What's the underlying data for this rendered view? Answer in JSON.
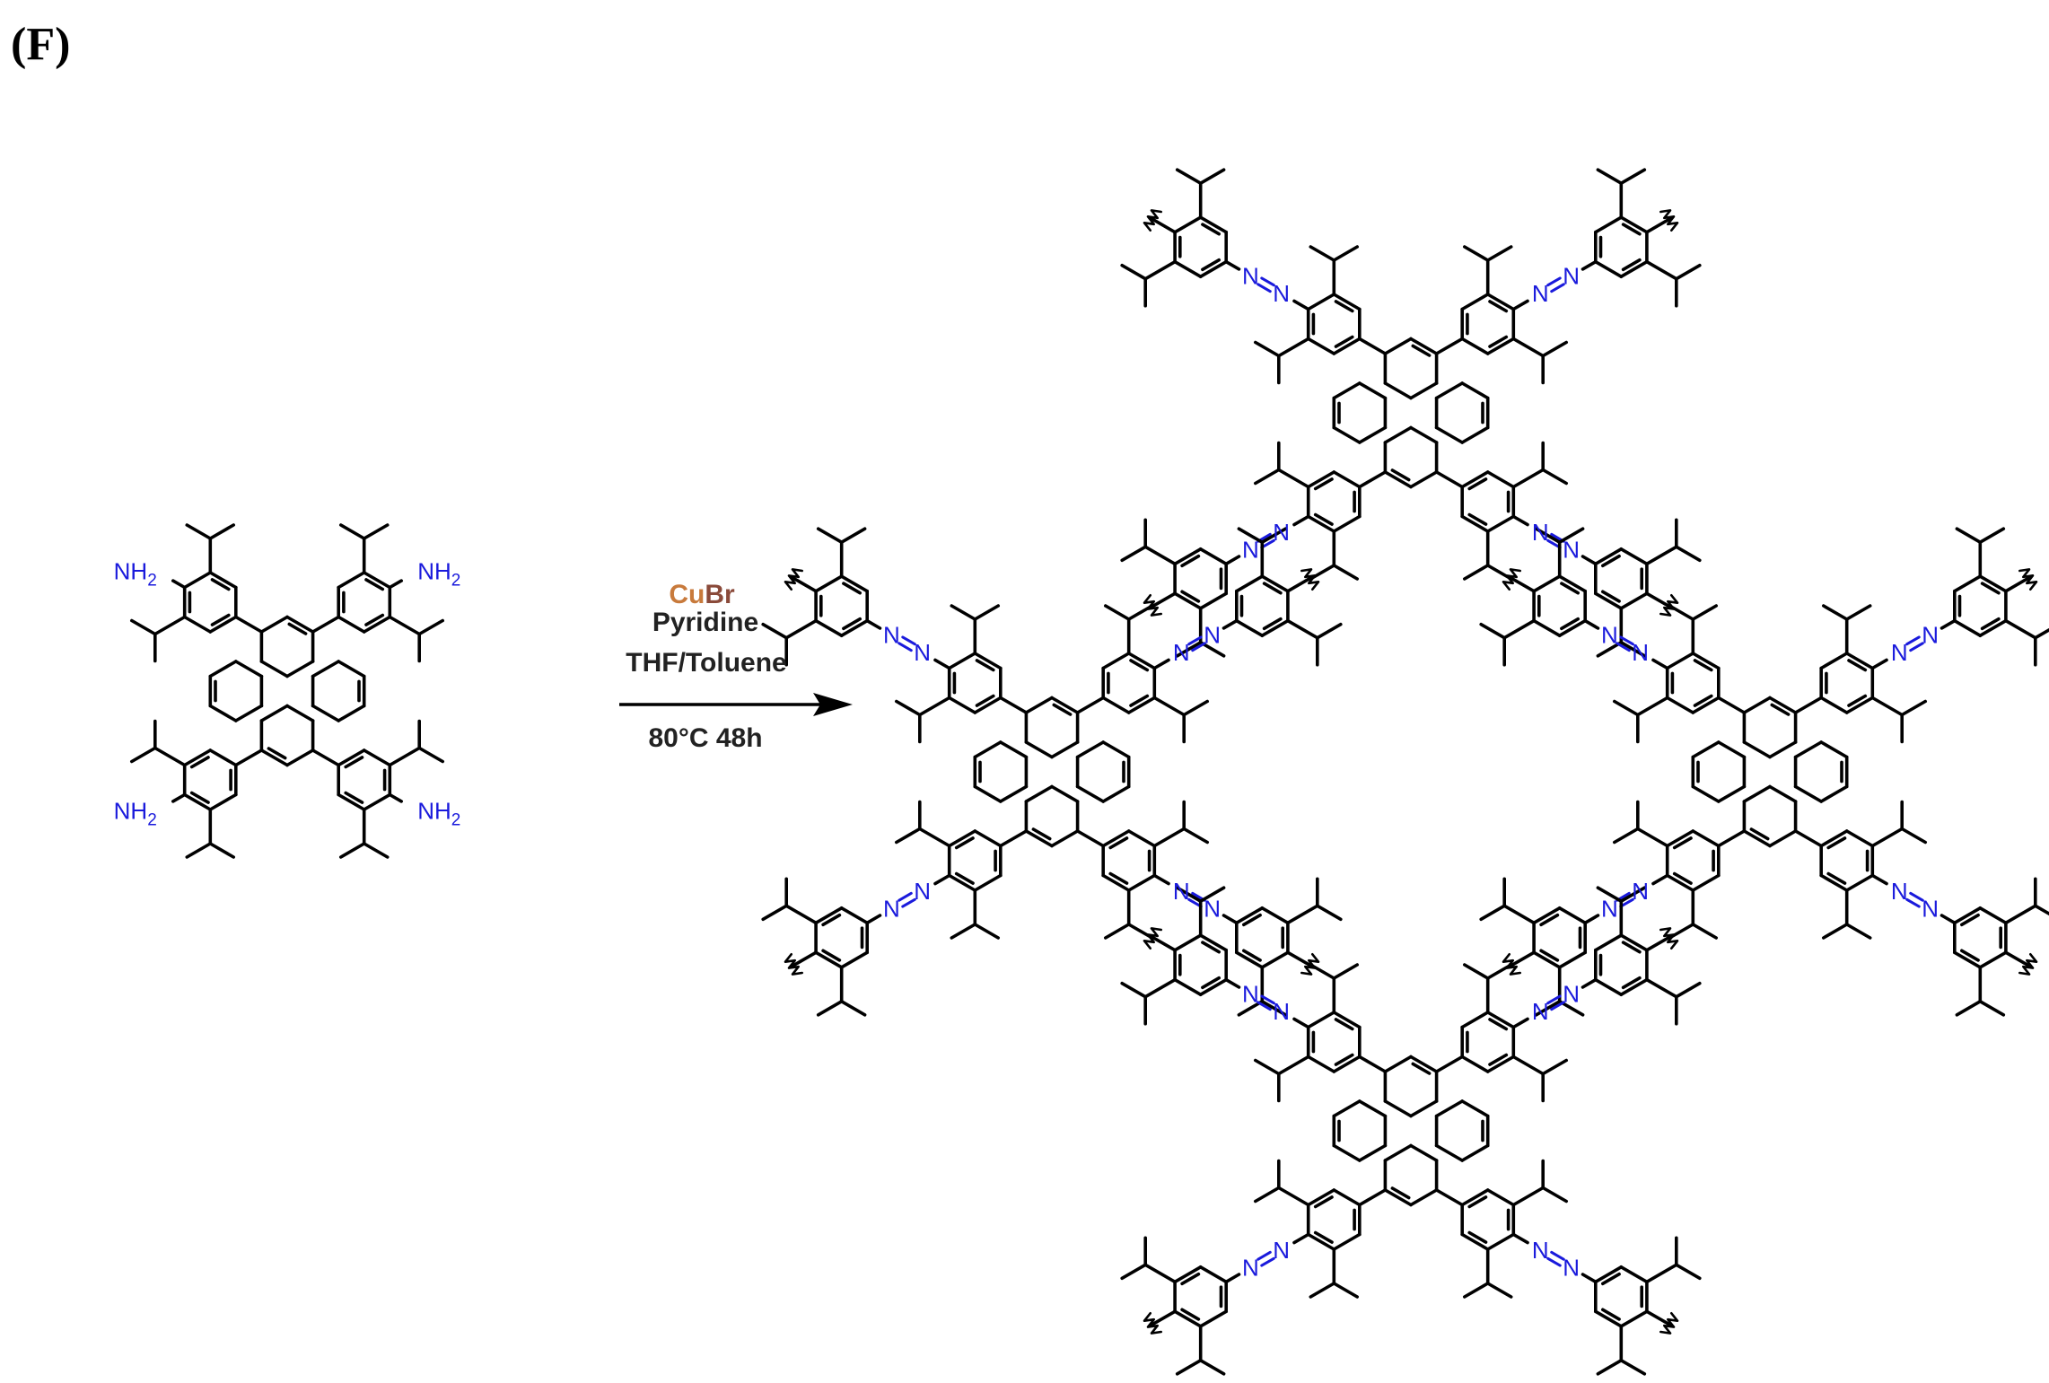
{
  "figure": {
    "panel_label": "(F)",
    "amine_label": "NH",
    "amine_subscript": "2",
    "azo_atom": "N",
    "colors": {
      "bond": "#000000",
      "heteroatom": "#1a1adc",
      "cu": "#c87a3c",
      "br": "#8a4a3a",
      "text": "#222222"
    },
    "reaction": {
      "reagent_cu": "Cu",
      "reagent_br": "Br",
      "solvent1": "Pyridine",
      "solvent2": "THF/Toluene",
      "conditions": "80°C 48h"
    }
  }
}
